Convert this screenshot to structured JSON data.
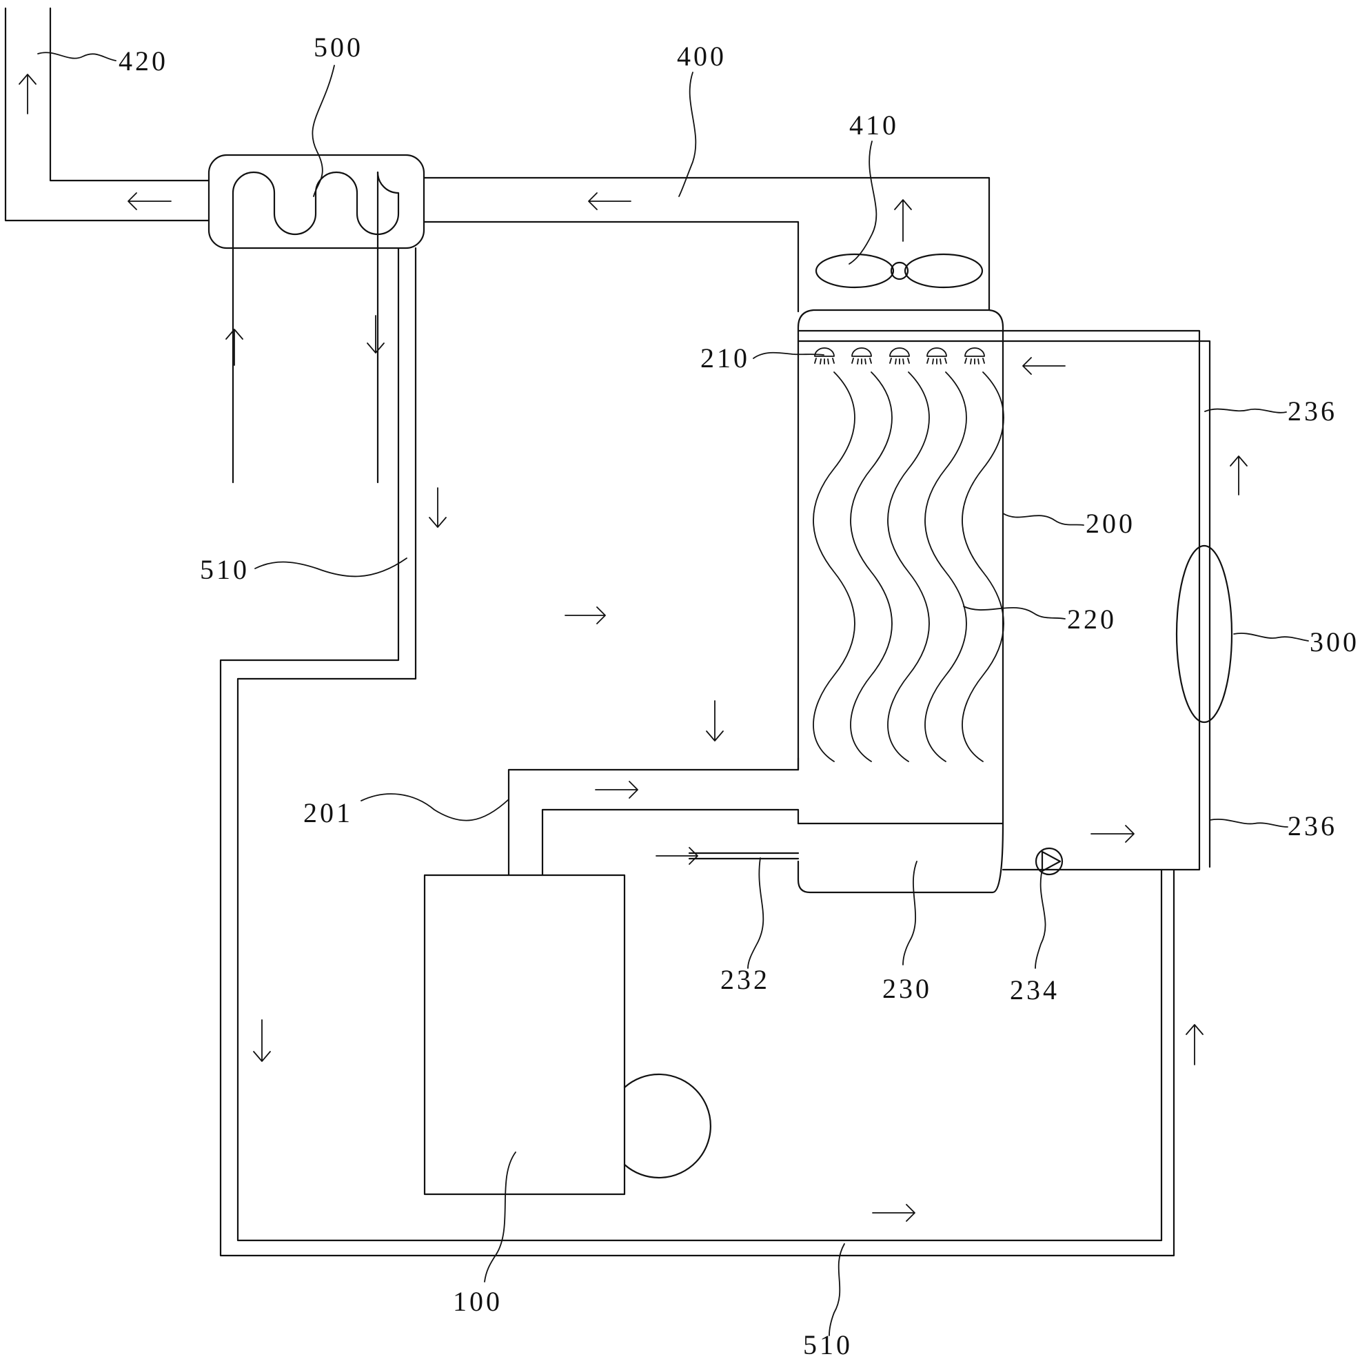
{
  "labels": {
    "l420": "420",
    "l500": "500",
    "l400": "400",
    "l410": "410",
    "l210": "210",
    "l236_top": "236",
    "l200": "200",
    "l220": "220",
    "l300": "300",
    "l510_left": "510",
    "l201": "201",
    "l236_bottom": "236",
    "l232": "232",
    "l230": "230",
    "l234": "234",
    "l100": "100",
    "l510_bottom": "510"
  },
  "icons": {
    "fan": "fan-icon",
    "pump": "pump-icon",
    "spray": "spray-nozzle-icon",
    "arrow": "flow-arrow-icon"
  }
}
